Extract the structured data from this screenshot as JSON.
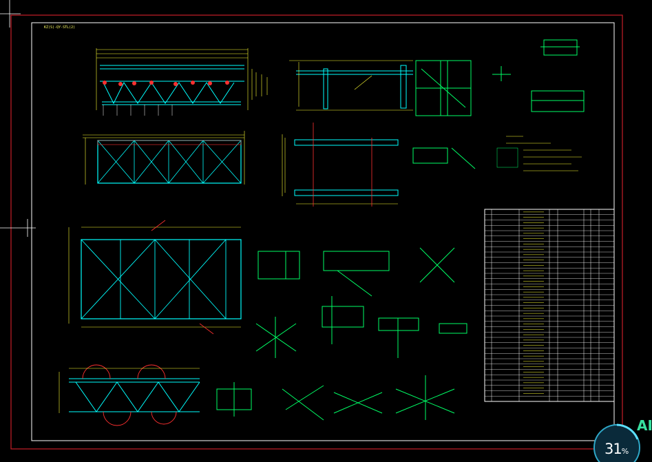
{
  "drawing": {
    "sheet_label": "KZ(S)-QY-STL(2)",
    "views": [
      "elevation",
      "plan",
      "section",
      "details",
      "notes",
      "parts-table"
    ],
    "colors": {
      "background": "#000000",
      "frame": "#ffffff",
      "outer_border": "#c81e28",
      "dimension": "#ffff33",
      "object": "#00ffff",
      "section": "#00ff66",
      "hatch": "#ff3030",
      "text": "#ffffff"
    }
  },
  "parts_table": {
    "rows": 36,
    "columns": 7,
    "header": [
      "",
      "",
      "",
      "",
      "",
      "",
      ""
    ]
  },
  "overlay": {
    "zoom_percent_value": "31",
    "zoom_percent_unit": "%",
    "corner_tag": "AI"
  }
}
